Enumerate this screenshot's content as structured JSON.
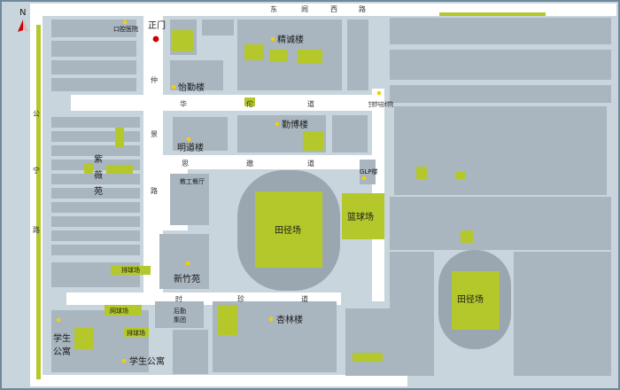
{
  "compass": {
    "north_label": "N"
  },
  "colors": {
    "ground": "#c9d5dc",
    "road": "#ffffff",
    "building": "#a9b5bf",
    "green": "#b4c82b",
    "marker": "#f2d100",
    "entrance": "#cc0000",
    "border": "#6d8a9a"
  },
  "roads": {
    "dongguan_west": [
      "东",
      "闾",
      "西",
      "路"
    ],
    "huatuo": [
      "华",
      "佗",
      "道"
    ],
    "sixiao": [
      "思",
      "邈",
      "道"
    ],
    "shizhen": [
      "时",
      "珍",
      "道"
    ],
    "zhongjing": [
      "仲",
      "景",
      "路"
    ],
    "gongning": [
      "公",
      "宁",
      "路"
    ]
  },
  "places": {
    "kouqiang": "口腔医院",
    "zhengmen": "正门",
    "jingcheng": "精诚楼",
    "yiqin": "怡勤楼",
    "shengwu": "生物学与技术学院",
    "qinbo": "勤博楼",
    "mingdao": "明道楼",
    "glp": "GLP楼",
    "jiaogong": "教工餐厅",
    "ziwei": [
      "紫",
      "薇",
      "苑"
    ],
    "tianjing1": "田径场",
    "lanqiu": "篮球场",
    "paiqiu": "排球场",
    "xinzhu": "新竹苑",
    "wangqiu": "网球场",
    "houqin": [
      "后勤",
      "集团"
    ],
    "xinglin": "杏林楼",
    "paiqiu2": "排球场",
    "xuesheng1": [
      "学生",
      "公寓"
    ],
    "xuesheng2": "学生公寓",
    "tianjing2": "田径场"
  }
}
